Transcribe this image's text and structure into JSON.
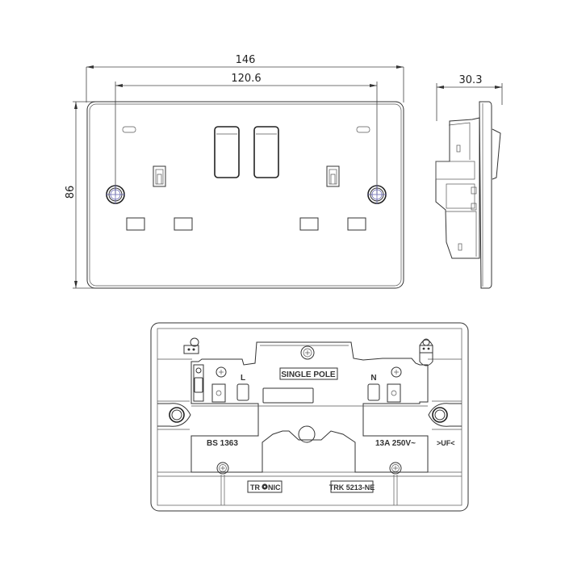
{
  "drawing": {
    "title": "Double switched socket technical drawing",
    "colors": {
      "line": "#333333",
      "guide": "#5a5aa8",
      "background": "#ffffff"
    }
  },
  "front_view": {
    "dimensions": {
      "overall_width": "146",
      "fixing_centres": "120.6",
      "height": "86"
    }
  },
  "side_view": {
    "dimensions": {
      "depth": "30.3"
    }
  },
  "rear_view": {
    "labels": {
      "single_pole": "SINGLE POLE",
      "live": "L",
      "neutral": "N",
      "standard": "BS 1363",
      "rating": "13A 250V~",
      "material": ">UF<",
      "brand_left": "TR",
      "brand_right": "NIC",
      "model": "TRK 5213-NE"
    }
  }
}
